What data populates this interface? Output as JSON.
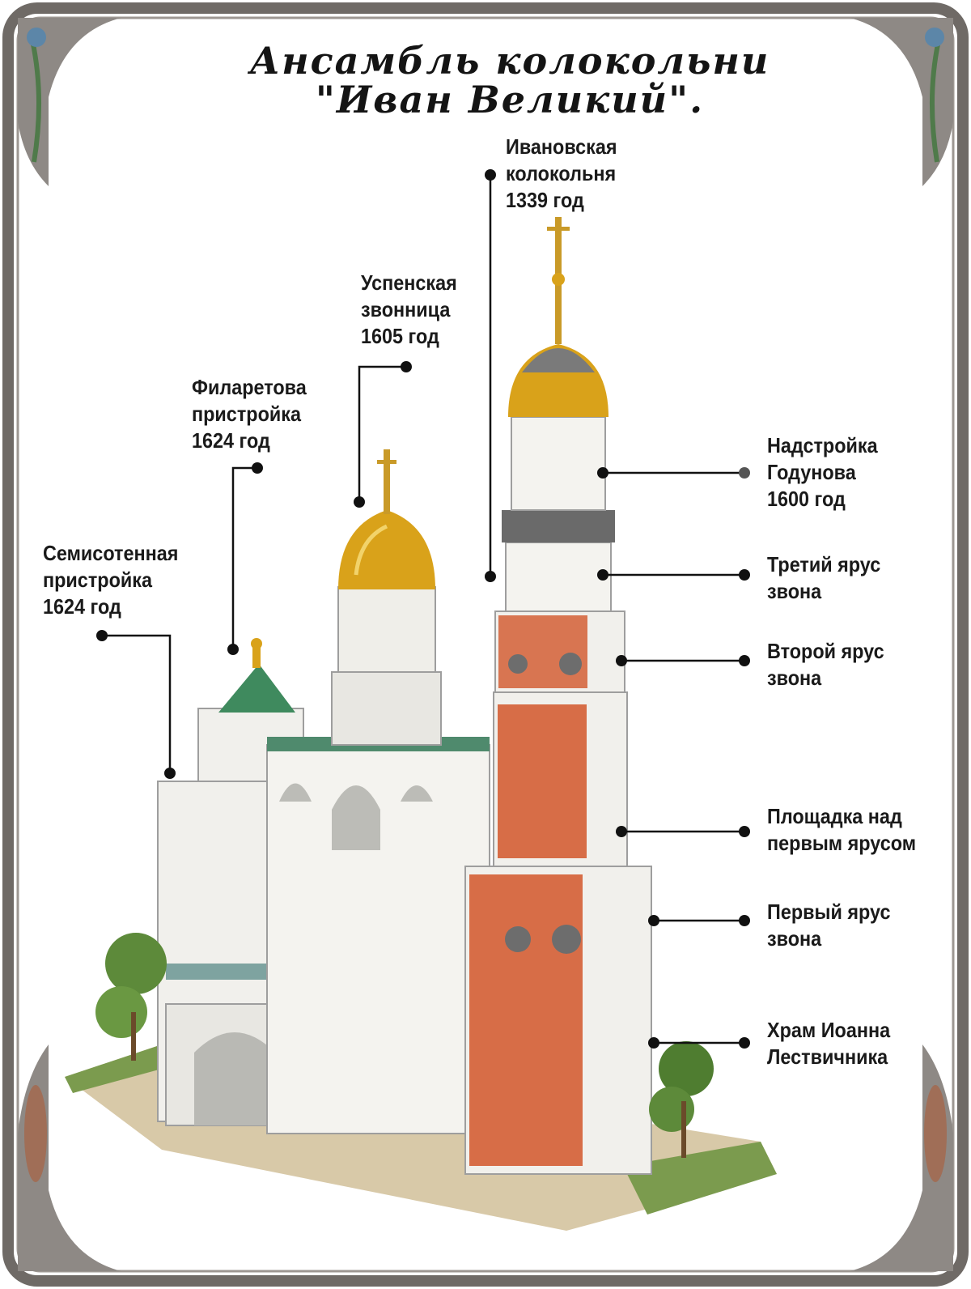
{
  "title": {
    "line1": "Ансамбль колокольни",
    "line2": "\"Иван Великий\"."
  },
  "labels": {
    "ivanovskaya": [
      "Ивановская",
      "колокольня",
      "1339 год"
    ],
    "uspenskaya": [
      "Успенская",
      "звонница",
      "1605 год"
    ],
    "filaretova": [
      "Филаретова",
      "пристройка",
      "1624 год"
    ],
    "semisotennaya": [
      "Семисотенная",
      "пристройка",
      "1624 год"
    ],
    "nadstroyka": [
      "Надстройка",
      "Годунова",
      "1600 год"
    ],
    "tretiy": [
      "Третий ярус",
      "звона"
    ],
    "vtoroy": [
      "Второй ярус",
      "звона"
    ],
    "ploshchadka": [
      "Площадка над",
      "первым ярусом"
    ],
    "perviy": [
      "Первый ярус",
      "звона"
    ],
    "khram": [
      "Храм Иоанна",
      "Лествичника"
    ]
  },
  "colors": {
    "frame": "#6f6a66",
    "gold": "#d9a21a",
    "brick": "#d2562a",
    "roof": "#3f8a5e",
    "stone": "#f1f0ec"
  }
}
